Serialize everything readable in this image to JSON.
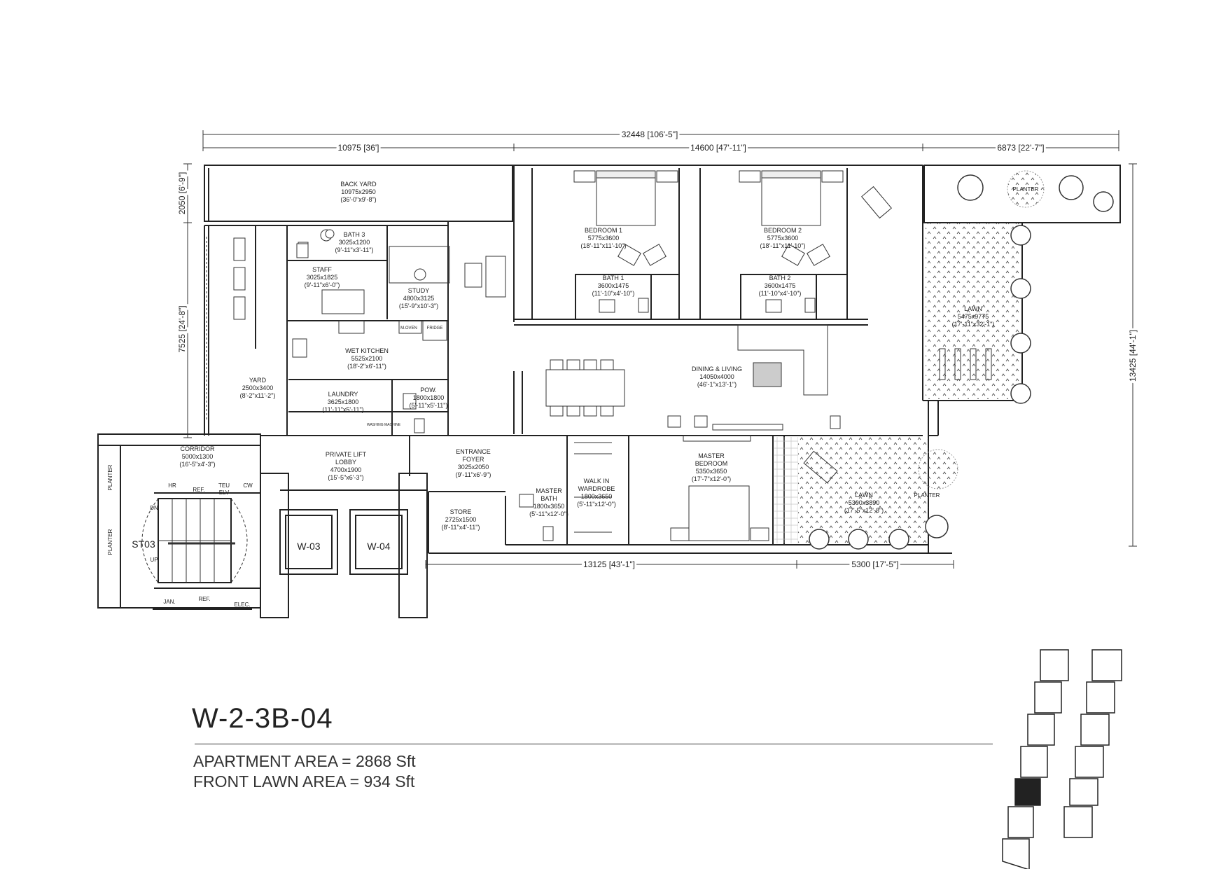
{
  "unit": {
    "title": "W-2-3B-04",
    "apartment_area": "APARTMENT AREA = 2868 Sft",
    "front_lawn_area": "FRONT LAWN AREA = 934 Sft"
  },
  "dimensions": {
    "overall": "32448 [106'-5\"]",
    "top_left": "10975 [36']",
    "top_mid": "14600 [47'-11\"]",
    "top_right": "6873 [22'-7\"]",
    "left_upper": "2050 [6'-9\"]",
    "left_lower": "7525 [24'-8\"]",
    "right": "13425 [44'-1\"]",
    "bottom_left": "13125 [43'-1\"]",
    "bottom_right": "5300 [17'-5\"]"
  },
  "rooms": {
    "back_yard": [
      "BACK YARD",
      "10975x2950",
      "(36'-0\"x9'-8\")"
    ],
    "bath3": [
      "BATH 3",
      "3025x1200",
      "(9'-11\"x3'-11\")"
    ],
    "staff": [
      "STAFF",
      "3025x1825",
      "(9'-11\"x6'-0\")"
    ],
    "study": [
      "STUDY",
      "4800x3125",
      "(15'-9\"x10'-3\")"
    ],
    "bedroom1": [
      "BEDROOM 1",
      "5775x3600",
      "(18'-11\"x11'-10\")"
    ],
    "bath1": [
      "BATH 1",
      "3600x1475",
      "(11'-10\"x4'-10\")"
    ],
    "bedroom2": [
      "BEDROOM 2",
      "5775x3600",
      "(18'-11\"x11'-10\")"
    ],
    "bath2": [
      "BATH 2",
      "3600x1475",
      "(11'-10\"x4'-10\")"
    ],
    "wet_kitchen": [
      "WET KITCHEN",
      "5525x2100",
      "(18'-2\"x6'-11\")"
    ],
    "yard": [
      "YARD",
      "2500x3400",
      "(8'-2\"x11'-2\")"
    ],
    "laundry": [
      "LAUNDRY",
      "3625x1800",
      "(11'-11\"x5'-11\")"
    ],
    "powder": [
      "POW.",
      "1800x1800",
      "(5'-11\"x5'-11\")"
    ],
    "dining_living": [
      "DINING & LIVING",
      "14050x4000",
      "(46'-1\"x13'-1\")"
    ],
    "lawn_side": [
      "LAWN",
      "5475x9775",
      "(17'-11\"x32'-1\")"
    ],
    "corridor": [
      "CORRIDOR",
      "5000x1300",
      "(16'-5\"x4'-3\")"
    ],
    "lift_lobby": [
      "PRIVATE LIFT",
      "LOBBY",
      "4700x1900",
      "(15'-5\"x6'-3\")"
    ],
    "foyer": [
      "ENTRANCE",
      "FOYER",
      "3025x2050",
      "(9'-11\"x6'-9\")"
    ],
    "store": [
      "STORE",
      "2725x1500",
      "(8'-11\"x4'-11\")"
    ],
    "master_bath": [
      "MASTER",
      "BATH",
      "1800x3650",
      "(5'-11\"x12'-0\")"
    ],
    "wardrobe": [
      "WALK IN",
      "WARDROBE",
      "1800x3650",
      "(5'-11\"x12'-0\")"
    ],
    "master_bedroom": [
      "MASTER",
      "BEDROOM",
      "5350x3650",
      "(17'-7\"x12'-0\")"
    ],
    "lawn_front": [
      "LAWN",
      "5300x3890",
      "(17'-5\"x12'-8\")"
    ]
  },
  "labels": {
    "planter": "PLANTER",
    "stair": "ST03",
    "dn": "DN",
    "up": "UP",
    "lift_a": "W-03",
    "lift_b": "W-04",
    "microwave": "M.OVEN",
    "fridge": "FRIDGE",
    "washing": "WASHING MACHINE",
    "hr": "HR",
    "ref": "REF.",
    "teu": "TEU",
    "elv": "ELV",
    "cw": "CW",
    "jan": "JAN.",
    "elec": "ELEC."
  },
  "key_plan": {
    "highlighted_floor": 3
  }
}
